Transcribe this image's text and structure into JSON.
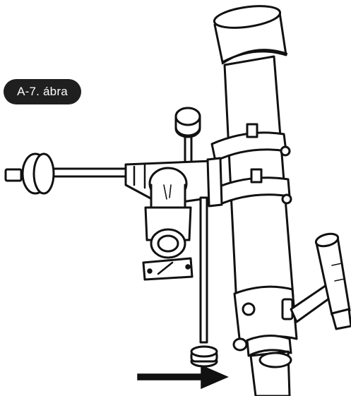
{
  "figure": {
    "label": "A-7. ábra",
    "colors": {
      "badge_background": "#1f1f1f",
      "badge_text": "#ffffff",
      "line": "#111111",
      "fill": "#ffffff"
    },
    "icons": [
      "telescope-tube",
      "counterweight",
      "mount-head",
      "finder-scope",
      "arrow-right-icon"
    ]
  }
}
